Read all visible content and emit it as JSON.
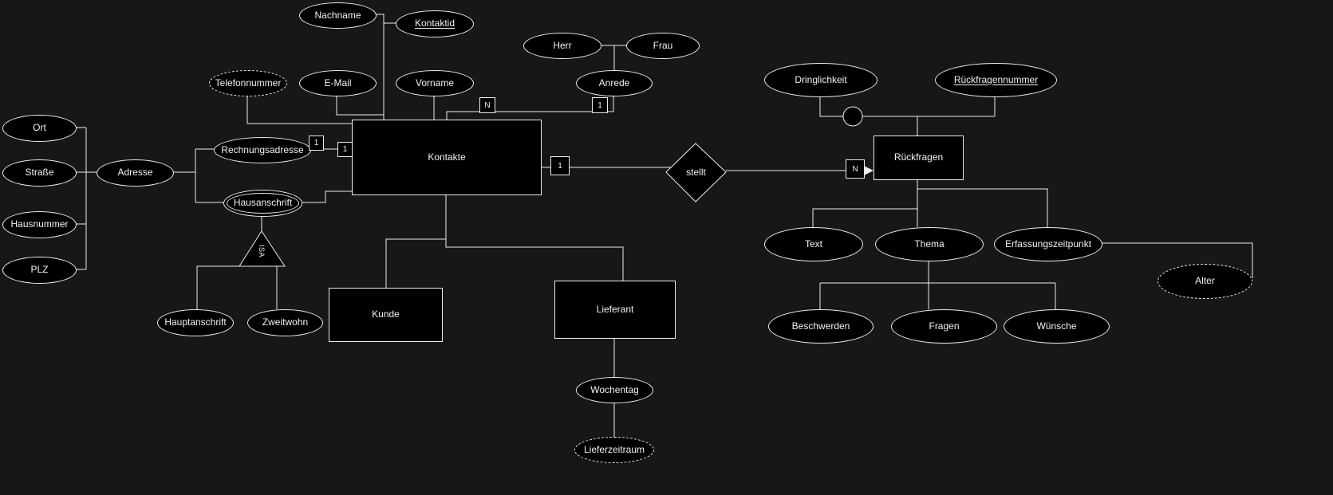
{
  "diagram": {
    "colors": {
      "background": "#171717",
      "shape_fill": "#000000",
      "stroke": "#ededed",
      "text": "#f2f2f2"
    },
    "entities": {
      "kontakte": "Kontakte",
      "kunde": "Kunde",
      "lieferant": "Lieferant",
      "rueckfragen": "Rückfragen"
    },
    "relationships": {
      "stellt": "stellt"
    },
    "isa_label": "ISA",
    "attributes": {
      "nachname": "Nachname",
      "kontaktid": "Kontaktid",
      "herr": "Herr",
      "frau": "Frau",
      "telefonnummer": "Telefonnummer",
      "email": "E-Mail",
      "vorname": "Vorname",
      "anrede": "Anrede",
      "dringlichkeit": "Dringlichkeit",
      "rueckfragennummer": "Rückfragennummer",
      "ort": "Ort",
      "strasse": "Straße",
      "hausnummer": "Hausnummer",
      "plz": "PLZ",
      "adresse": "Adresse",
      "rechnungsadresse": "Rechnungsadresse",
      "hausanschrift": "Hausanschrift",
      "hauptanschrift": "Hauptanschrift",
      "zweitwohn": "Zweitwohn",
      "text": "Text",
      "thema": "Thema",
      "erfassungszeitpunkt": "Erfassungszeitpunkt",
      "alter": "Alter",
      "beschwerden": "Beschwerden",
      "fragen": "Fragen",
      "wuensche": "Wünsche",
      "wochentag": "Wochentag",
      "lieferzeitraum": "Lieferzeitraum"
    },
    "cardinalities": {
      "rechnungsadresse_a": "1",
      "rechnungsadresse_b": "1",
      "anrede_n": "N",
      "anrede_1": "1",
      "stellt_1": "1",
      "stellt_n": "N"
    }
  }
}
